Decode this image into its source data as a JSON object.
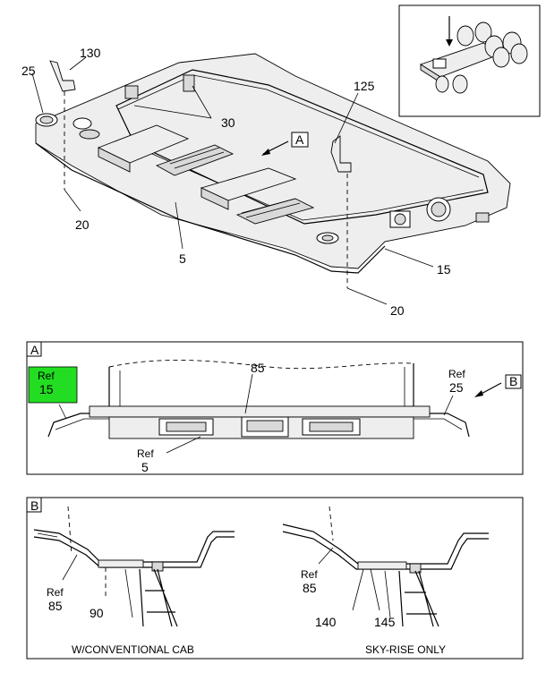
{
  "main_view": {
    "callouts": {
      "c130": "130",
      "c25": "25",
      "c30": "30",
      "c125": "125",
      "c20_left": "20",
      "c20_right": "20",
      "c5": "5",
      "c15": "15"
    },
    "view_flag_a": "A"
  },
  "detail_a": {
    "tag": "A",
    "ref15_line1": "Ref",
    "ref15_line2": "15",
    "c85": "85",
    "ref25_line1": "Ref",
    "ref25_line2": "25",
    "flag_b": "B",
    "ref5_line1": "Ref",
    "ref5_line2": "5",
    "highlight_color": "#22dd22"
  },
  "detail_b": {
    "tag": "B",
    "left": {
      "ref85_line1": "Ref",
      "ref85_line2": "85",
      "c90": "90",
      "caption": "W/CONVENTIONAL CAB"
    },
    "right": {
      "ref85_line1": "Ref",
      "ref85_line2": "85",
      "c140": "140",
      "c145": "145",
      "caption": "SKY-RISE ONLY"
    }
  }
}
